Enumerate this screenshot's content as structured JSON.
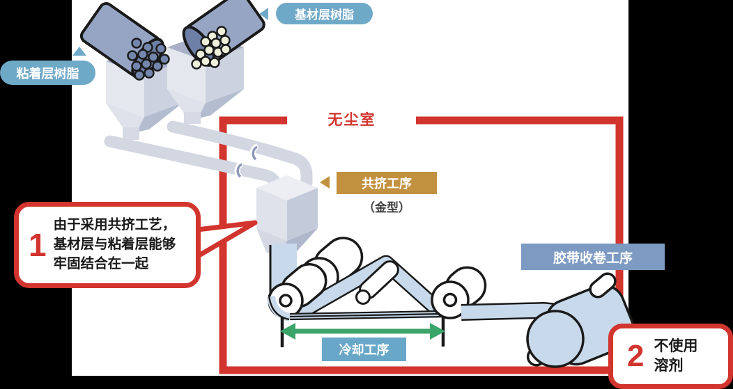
{
  "diagram": {
    "labels": {
      "adhesive_resin": "粘着层树脂",
      "base_resin": "基材层树脂",
      "clean_room": "无尘室",
      "coextrusion": "共挤工序",
      "mold": "（金型）",
      "winding": "胶带收卷工序",
      "cooling": "冷却工序"
    },
    "callouts": {
      "point1": {
        "number": "1",
        "lines": [
          "由于采用共挤工艺，",
          "基材层与粘着层能够",
          "牢固结合在一起"
        ]
      },
      "point2": {
        "number": "2",
        "lines": [
          "不使用",
          "溶剂"
        ]
      }
    },
    "colors": {
      "accent_red": "#d2342e",
      "label_blue": "#6fa9c8",
      "label_gold": "#c2913f",
      "label_bluegray": "#7d9ac3",
      "arrow_green": "#3ba469",
      "film_blue": "#c7d9ea",
      "machine_gray": "#d2d7e2"
    }
  }
}
